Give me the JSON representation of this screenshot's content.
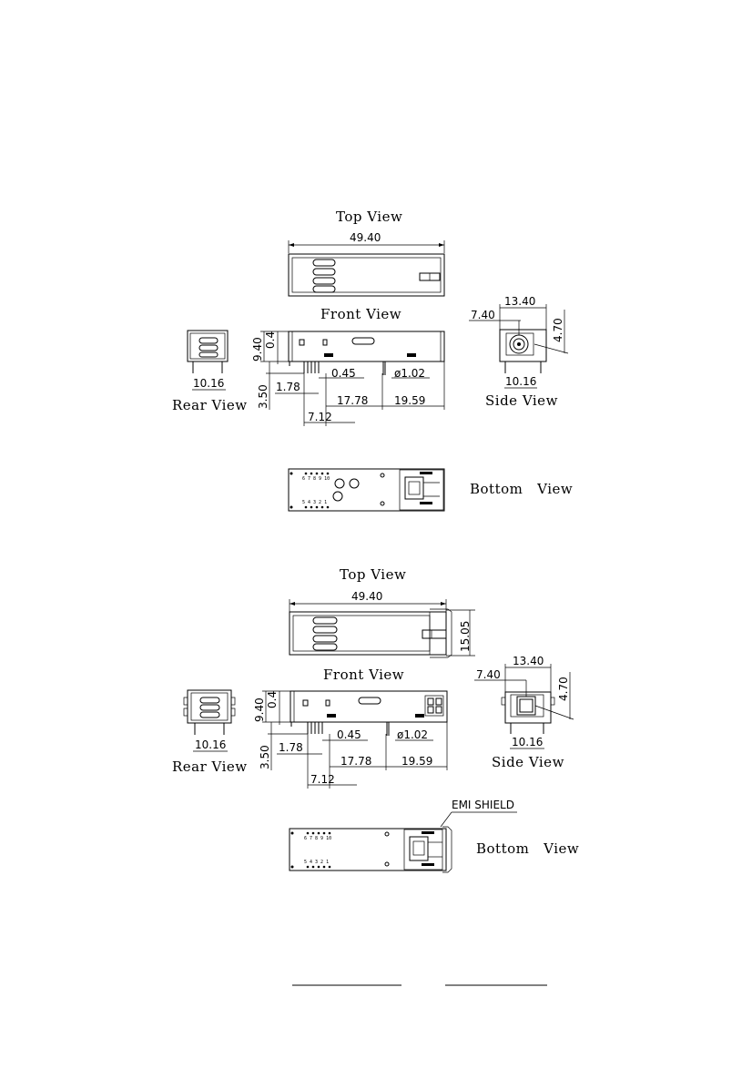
{
  "drawing_1": {
    "top_view": {
      "title": "Top View",
      "length": "49.40"
    },
    "front_view": {
      "title": "Front View",
      "height": "9.40",
      "offset": "0.4",
      "pin_length": "3.50",
      "pin_pitch": "1.78",
      "pin_width": "0.45",
      "post_dia": "ø1.02",
      "span_a": "17.78",
      "span_b": "19.59",
      "span_c": "7.12"
    },
    "rear_view": {
      "title": "Rear View",
      "width": "10.16"
    },
    "side_view": {
      "title": "Side View",
      "width": "13.40",
      "offset": "7.40",
      "height": "4.70",
      "pin_span": "10.16"
    },
    "bottom_view": {
      "title": "Bottom   View",
      "pins_top": "6 7 8 9 10",
      "pins_bottom": "5 4 3 2 1"
    }
  },
  "drawing_2": {
    "top_view": {
      "title": "Top View",
      "length": "49.40",
      "width": "15.05"
    },
    "front_view": {
      "title": "Front View",
      "height": "9.40",
      "offset": "0.4",
      "pin_length": "3.50",
      "pin_pitch": "1.78",
      "pin_width": "0.45",
      "post_dia": "ø1.02",
      "span_a": "17.78",
      "span_b": "19.59",
      "span_c": "7.12"
    },
    "rear_view": {
      "title": "Rear View",
      "width": "10.16"
    },
    "side_view": {
      "title": "Side View",
      "width": "13.40",
      "offset": "7.40",
      "height": "4.70",
      "pin_span": "10.16"
    },
    "bottom_view": {
      "title": "Bottom   View",
      "pins_top": "6 7 8 9 10",
      "pins_bottom": "5 4 3 2 1",
      "callout": "EMI SHIELD"
    }
  }
}
